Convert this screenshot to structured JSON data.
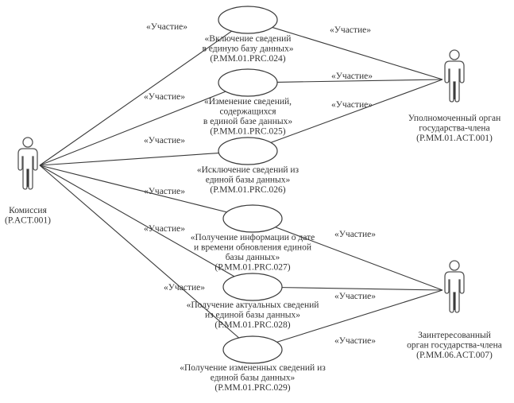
{
  "diagram": {
    "type": "use-case",
    "actors": [
      {
        "id": "commission",
        "lines": [
          "Комиссия",
          "(P.ACT.001)"
        ]
      },
      {
        "id": "authorized",
        "lines": [
          "Уполномоченный орган",
          "государства-члена",
          "(P.MM.01.ACT.001)"
        ]
      },
      {
        "id": "interested",
        "lines": [
          "Заинтересованный",
          "орган государства-члена",
          "(P.MM.06.ACT.007)"
        ]
      }
    ],
    "use_cases": [
      {
        "id": "uc024",
        "lines": [
          "«Включение сведений",
          "в единую базу данных»",
          "(P.MM.01.PRC.024)"
        ]
      },
      {
        "id": "uc025",
        "lines": [
          "«Изменение сведений,",
          "содержащихся",
          "в единой базе данных»",
          "(P.MM.01.PRC.025)"
        ]
      },
      {
        "id": "uc026",
        "lines": [
          "«Исключение сведений из",
          "единой базы данных»",
          "(P.MM.01.PRC.026)"
        ]
      },
      {
        "id": "uc027",
        "lines": [
          "«Получение информации о дате",
          "и времени обновления единой",
          "базы данных»",
          "(P.MM.01.PRC.027)"
        ]
      },
      {
        "id": "uc028",
        "lines": [
          "«Получение актуальных сведений",
          "из единой базы данных»",
          "(P.MM.01.PRC.028)"
        ]
      },
      {
        "id": "uc029",
        "lines": [
          "«Получение измененных сведений из",
          "единой базы данных»",
          "(P.MM.01.PRC.029)"
        ]
      }
    ],
    "associations": [
      {
        "from": "commission",
        "to": "uc024",
        "label": "«Участие»"
      },
      {
        "from": "commission",
        "to": "uc025",
        "label": "«Участие»"
      },
      {
        "from": "commission",
        "to": "uc026",
        "label": "«Участие»"
      },
      {
        "from": "commission",
        "to": "uc027",
        "label": "«Участие»"
      },
      {
        "from": "commission",
        "to": "uc028",
        "label": "«Участие»"
      },
      {
        "from": "commission",
        "to": "uc029",
        "label": "«Участие»"
      },
      {
        "from": "authorized",
        "to": "uc024",
        "label": "«Участие»"
      },
      {
        "from": "authorized",
        "to": "uc025",
        "label": "«Участие»"
      },
      {
        "from": "authorized",
        "to": "uc026",
        "label": "«Участие»"
      },
      {
        "from": "interested",
        "to": "uc027",
        "label": "«Участие»"
      },
      {
        "from": "interested",
        "to": "uc028",
        "label": "«Участие»"
      },
      {
        "from": "interested",
        "to": "uc029",
        "label": "«Участие»"
      }
    ]
  }
}
